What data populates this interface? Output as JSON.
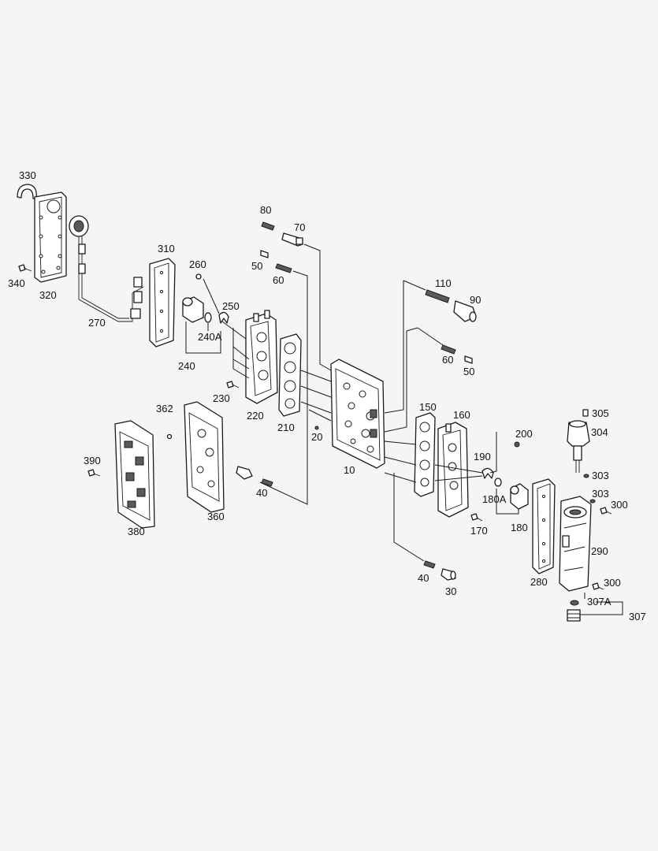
{
  "callouts": {
    "c330": "330",
    "c340": "340",
    "c320": "320",
    "c270": "270",
    "c310": "310",
    "c260": "260",
    "c250": "250",
    "c240A": "240A",
    "c240": "240",
    "c230": "230",
    "c220": "220",
    "c210": "210",
    "c80": "80",
    "c70": "70",
    "c50a": "50",
    "c60a": "60",
    "c20": "20",
    "c10": "10",
    "c110": "110",
    "c90": "90",
    "c60b": "60",
    "c50b": "50",
    "c150": "150",
    "c160": "160",
    "c200": "200",
    "c190": "190",
    "c180A": "180A",
    "c180": "180",
    "c170": "170",
    "c305": "305",
    "c304": "304",
    "c303a": "303",
    "c303b": "303",
    "c300a": "300",
    "c290": "290",
    "c280": "280",
    "c300b": "300",
    "c307A": "307A",
    "c307": "307",
    "c362": "362",
    "c390": "390",
    "c380": "380",
    "c360": "360",
    "c40a": "40",
    "c40b": "40",
    "c30": "30"
  },
  "colors": {
    "background": "#f5f5f5",
    "line": "#1a1a1a",
    "part_fill": "#ffffff"
  }
}
